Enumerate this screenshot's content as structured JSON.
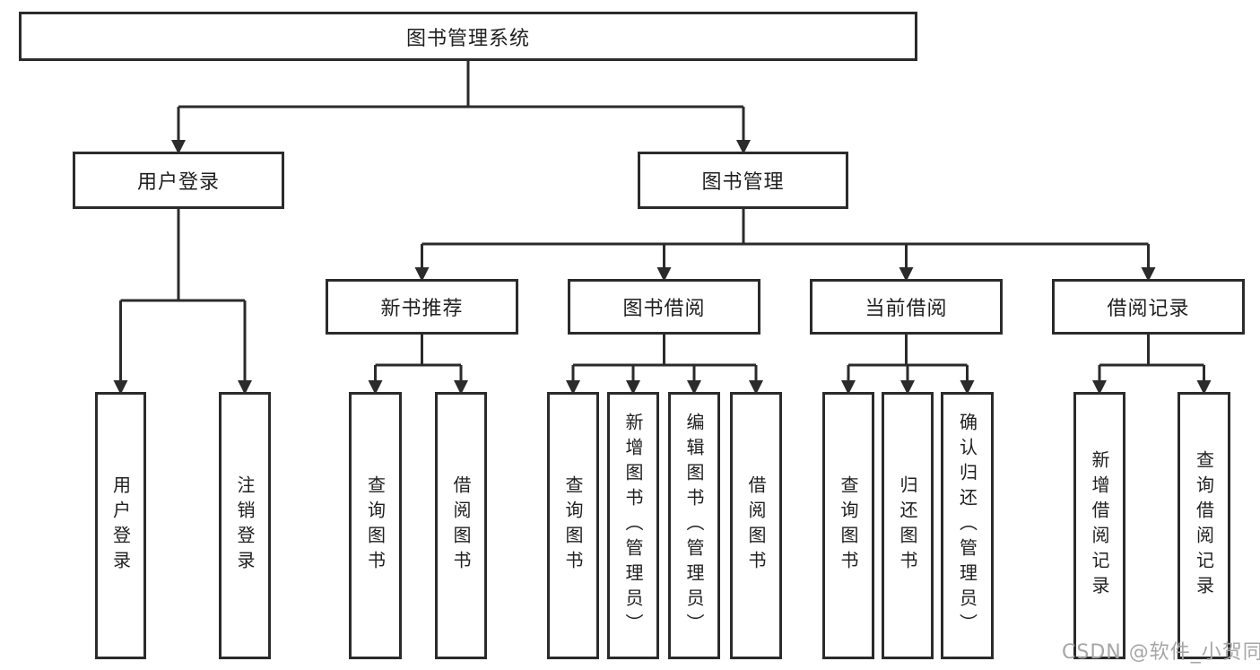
{
  "colors": {
    "line": "#2b2b2b",
    "box_border": "#2b2b2b",
    "text": "#1f1f1f",
    "watermark": "#a6a6a6",
    "background": "#ffffff"
  },
  "tree": {
    "root": {
      "label": "图书管理系统"
    },
    "branches": [
      {
        "label": "用户登录",
        "children": [
          {
            "label": "用户登录"
          },
          {
            "label": "注销登录"
          }
        ]
      },
      {
        "label": "图书管理",
        "children": [
          {
            "label": "新书推荐",
            "children": [
              {
                "label": "查询图书"
              },
              {
                "label": "借阅图书"
              }
            ]
          },
          {
            "label": "图书借阅",
            "children": [
              {
                "label": "查询图书"
              },
              {
                "label": "新增图书（管理员）"
              },
              {
                "label": "编辑图书（管理员）"
              },
              {
                "label": "借阅图书"
              }
            ]
          },
          {
            "label": "当前借阅",
            "children": [
              {
                "label": "查询图书"
              },
              {
                "label": "归还图书"
              },
              {
                "label": "确认归还（管理员）"
              }
            ]
          },
          {
            "label": "借阅记录",
            "children": [
              {
                "label": "新增借阅记录"
              },
              {
                "label": "查询借阅记录"
              }
            ]
          }
        ]
      }
    ]
  },
  "watermark": {
    "text": "CSDN @软件_小贺同学"
  }
}
